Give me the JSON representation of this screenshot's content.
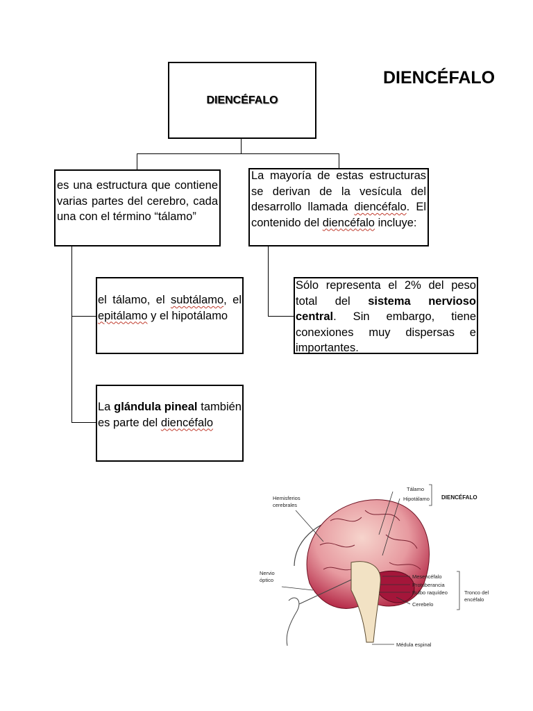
{
  "title": "DIENCÉFALO",
  "root": {
    "label": "DIENCÉFALO"
  },
  "left_box": {
    "text": "es una estructura que contiene varias partes del cerebro, cada una con el término “tálamo”"
  },
  "right_box": {
    "p1": "La mayoría de estas estructuras se derivan de la vesícula del desarrollo llamada ",
    "u1": "diencéfalo",
    "p2": ". El contenido del ",
    "u2": "diencéfalo",
    "p3": " incluye:"
  },
  "child_parts": {
    "p1": "el tálamo, el ",
    "u1": "subtálamo",
    "p2": ", el ",
    "u2": "epitálamo",
    "p3": " y el hipotálamo"
  },
  "child_pineal": {
    "p1": "La ",
    "b1": "glándula pineal",
    "p2": " también es parte del ",
    "u1": "diencéfalo"
  },
  "child_weight": {
    "p1": "Sólo representa el 2% del peso total del ",
    "b1": "sistema nervioso central",
    "p2": ". Sin embargo, tiene conexiones muy dispersas e importantes."
  },
  "illustration": {
    "heading": "DIENCÉFALO",
    "labels": {
      "hemisferios_1": "Hemisferios",
      "hemisferios_2": "cerebrales",
      "talamo": "Tálamo",
      "hipotalamo": "Hipotálamo",
      "nervio_1": "Nervio",
      "nervio_2": "óptico",
      "mesencefalo": "Mesencéfalo",
      "protuberancia": "Protuberancia",
      "bulbo": "Bulbo raquídeo",
      "cerebelo": "Cerebelo",
      "medula": "Médula espinal",
      "tronco_1": "Tronco del",
      "tronco_2": "encéfalo"
    },
    "colors": {
      "brain": "#f0b7b0",
      "brain_dark": "#b01f3f",
      "stem": "#f2e2c4"
    }
  }
}
